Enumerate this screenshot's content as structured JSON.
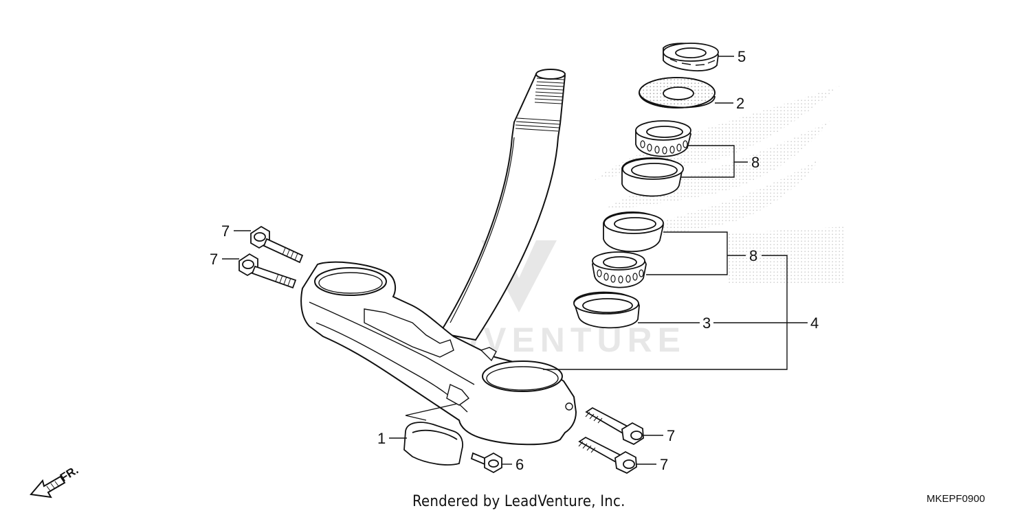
{
  "diagram": {
    "callouts": {
      "p1": "1",
      "p2": "2",
      "p3": "3",
      "p4": "4",
      "p5": "5",
      "p6": "6",
      "p7": "7",
      "p8": "8"
    },
    "direction_label": "FR.",
    "footer_credit": "Rendered by LeadVenture, Inc.",
    "part_code": "MKEPF0900",
    "watermark_text": "LEADVENTURE"
  }
}
